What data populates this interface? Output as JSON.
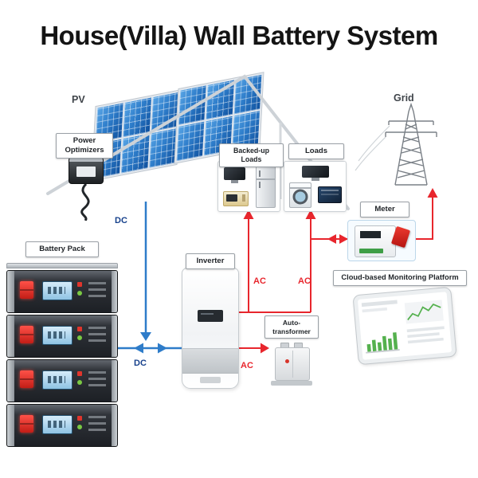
{
  "title": "House(Villa) Wall Battery System",
  "nodes": {
    "pv": "PV",
    "grid": "Grid",
    "power_optimizers": "Power Optimizers",
    "battery_pack": "Battery Pack",
    "inverter": "Inverter",
    "backed_up_loads": "Backed-up Loads",
    "loads": "Loads",
    "meter": "Meter",
    "auto_transformer": "Auto-transformer",
    "cloud_platform": "Cloud-based Monitoring Platform"
  },
  "flows": {
    "pv_dc": "DC",
    "battery_dc": "DC",
    "backed_up_ac": "AC",
    "loads_ac": "AC",
    "transformer_ac": "AC"
  },
  "battery": {
    "unit_count": 4
  },
  "icons": {
    "backed_up_loads": [
      "tv-icon",
      "microwave-icon",
      "fridge-icon"
    ],
    "loads": [
      "tv-icon",
      "washing-machine-icon",
      "monitor-icon"
    ],
    "grid": "transmission-tower-icon",
    "cloud_platform": "tablet-dashboard-icon"
  },
  "colors": {
    "dc_line": "#2e7cc9",
    "dc_label": "#17418c",
    "ac": "#e8262d",
    "panel_blue": "#0e4f9d",
    "ink": "#141414"
  }
}
